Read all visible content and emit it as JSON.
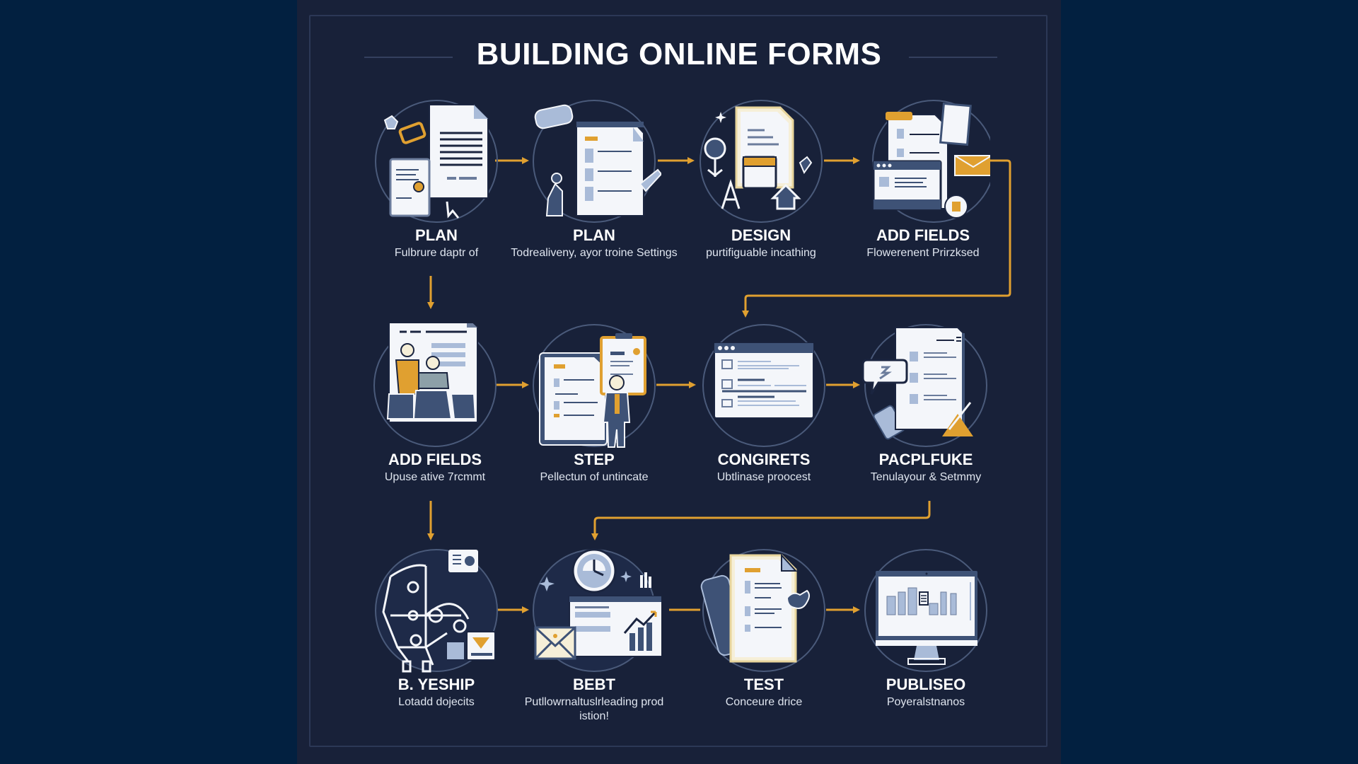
{
  "title": "BUILDING ONLINE FORMS",
  "colors": {
    "page_bg": "#022040",
    "poster_bg": "#182139",
    "ring": "#4a5a7a",
    "accent": "#e0a030",
    "paper": "#f4f6fa",
    "slate": "#3e5276",
    "light_blue": "#a9bbd8"
  },
  "steps": [
    {
      "label": "PLAN",
      "desc": "Fulbrure daptr of",
      "icon": "document-tablet-icon"
    },
    {
      "label": "PLAN",
      "desc": "Todrealiveny, ayor troine Settings",
      "icon": "form-clipboard-person-icon"
    },
    {
      "label": "DESIGN",
      "desc": "purtifiguable incathing",
      "icon": "design-document-icon"
    },
    {
      "label": "ADD FIELDS",
      "desc": "Flowerenent Prirzksed",
      "icon": "browser-fields-icon"
    },
    {
      "label": "ADD FIELDS",
      "desc": "Upuse ative 7rcmmt",
      "icon": "team-meeting-icon"
    },
    {
      "label": "STEP",
      "desc": "Pellectun of untincate",
      "icon": "form-person-icon"
    },
    {
      "label": "CONGIRETS",
      "desc": "Ubtlinase proocest",
      "icon": "browser-window-icon"
    },
    {
      "label": "PACPLFUKE",
      "desc": "Tenulayour & Setmmy",
      "icon": "chat-document-icon"
    },
    {
      "label": "B. YESHIP",
      "desc": "Lotadd dojecits",
      "icon": "network-workflow-icon"
    },
    {
      "label": "BEBT",
      "desc": "Putllowrnaltuslrleading prod istion!",
      "icon": "clock-analytics-icon"
    },
    {
      "label": "TEST",
      "desc": "Conceure drice",
      "icon": "test-document-icon"
    },
    {
      "label": "PUBLISEO",
      "desc": "Poyeralstnanos",
      "icon": "monitor-chart-icon"
    }
  ]
}
